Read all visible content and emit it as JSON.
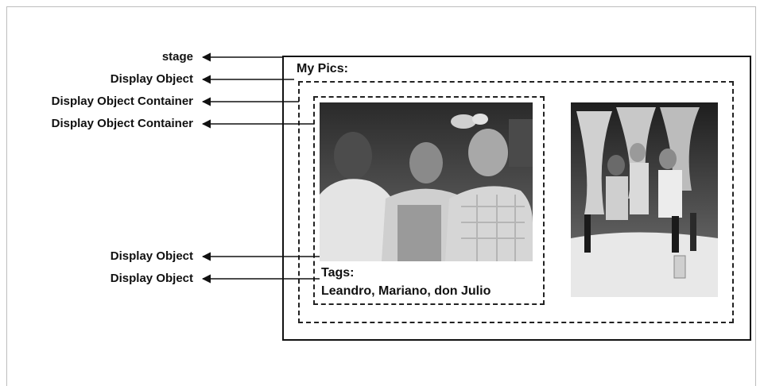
{
  "labels": {
    "stage": "stage",
    "display_object_1": "Display Object",
    "container_1": "Display Object Container",
    "container_2": "Display Object Container",
    "display_object_2": "Display Object",
    "display_object_3": "Display Object"
  },
  "panel": {
    "title": "My Pics:",
    "tags_heading": "Tags:",
    "tags_names": "Leandro, Mariano, don Julio"
  },
  "photos": [
    {
      "icon": "group-photo-three-men"
    },
    {
      "icon": "party-photo-group-at-table"
    }
  ],
  "colors": {
    "ink": "#111111",
    "photo_dark": "#3a3a3a",
    "photo_light": "#d8d8d8"
  }
}
